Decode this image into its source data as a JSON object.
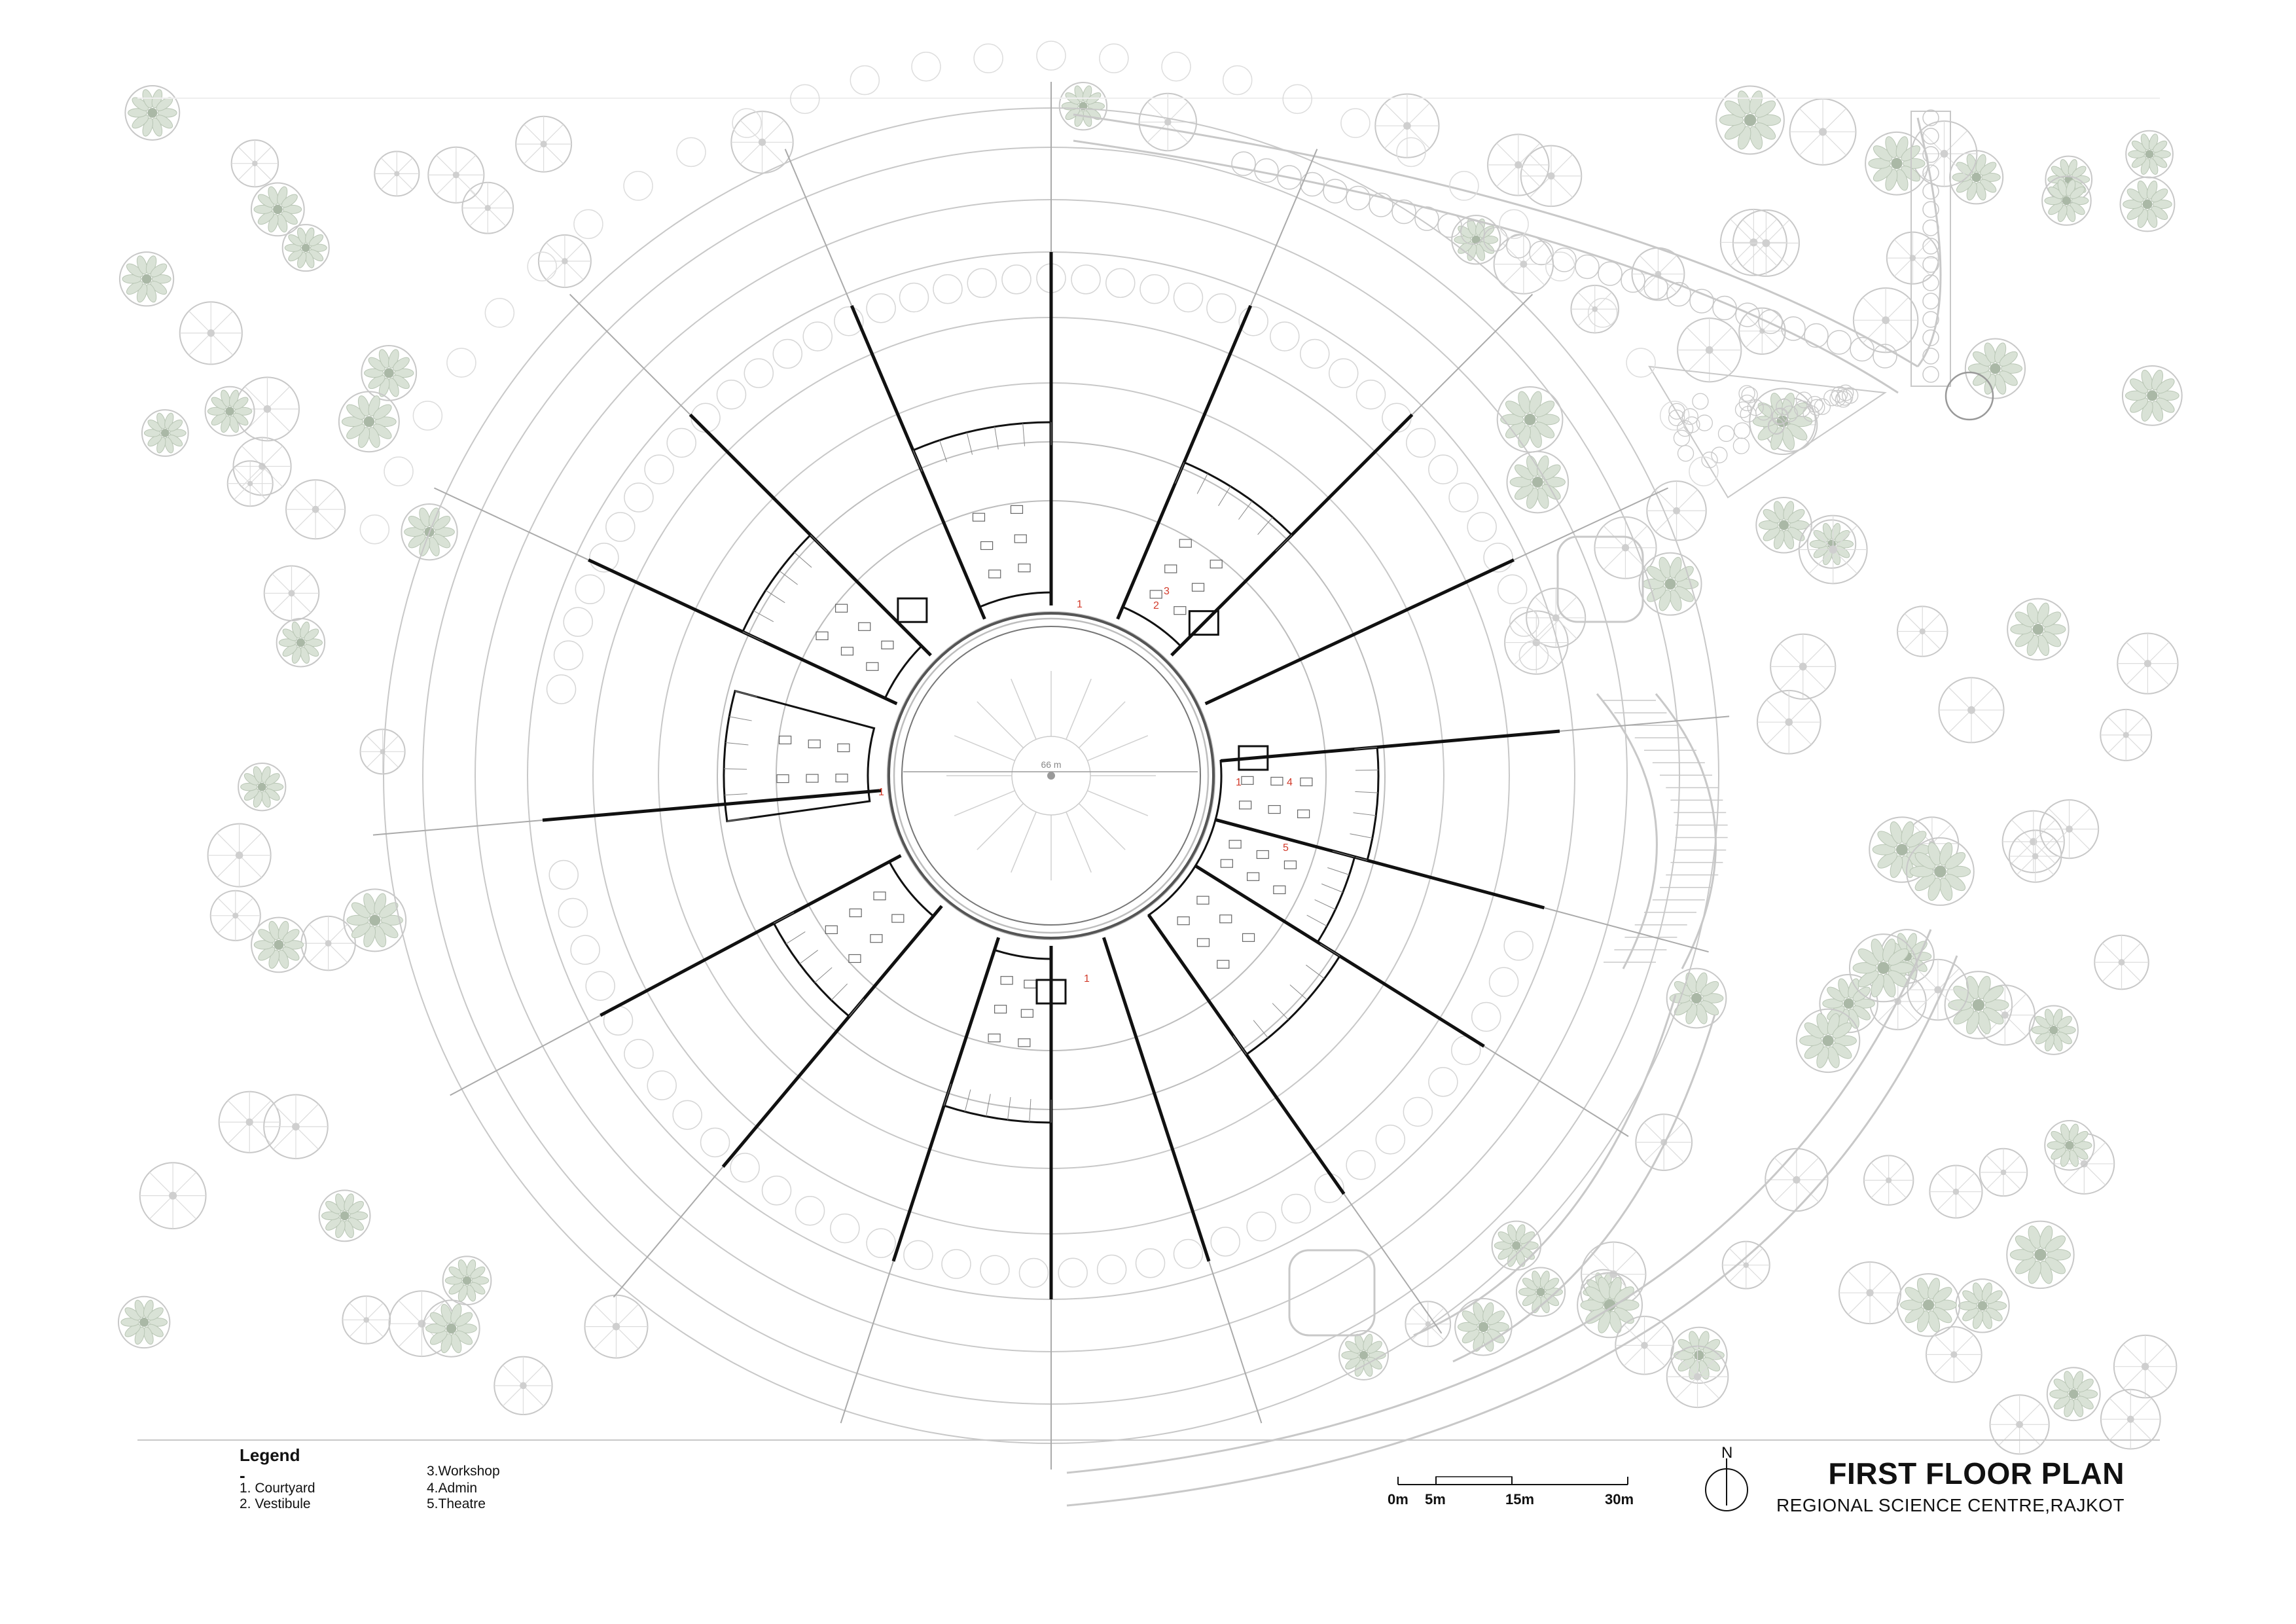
{
  "legend": {
    "title": "Legend -",
    "items": [
      "1. Courtyard",
      "2. Vestibule",
      "3.Workshop",
      "4.Admin",
      "5.Theatre"
    ]
  },
  "room_tags": [
    "1",
    "2",
    "3",
    "4",
    "5"
  ],
  "dimension_label": "66 m",
  "scale_bar": {
    "labels": [
      "0m",
      "5m",
      "15m",
      "30m"
    ]
  },
  "north_arrow": {
    "label": "N"
  },
  "title_block": {
    "title": "FIRST FLOOR PLAN",
    "subtitle": "REGIONAL SCIENCE CENTRE,RAJKOT"
  },
  "colors": {
    "line_dark": "#111111",
    "line_light": "#c8c8c8",
    "tree_fill": "#d9e2d6",
    "room_tag": "#d23a2a"
  }
}
